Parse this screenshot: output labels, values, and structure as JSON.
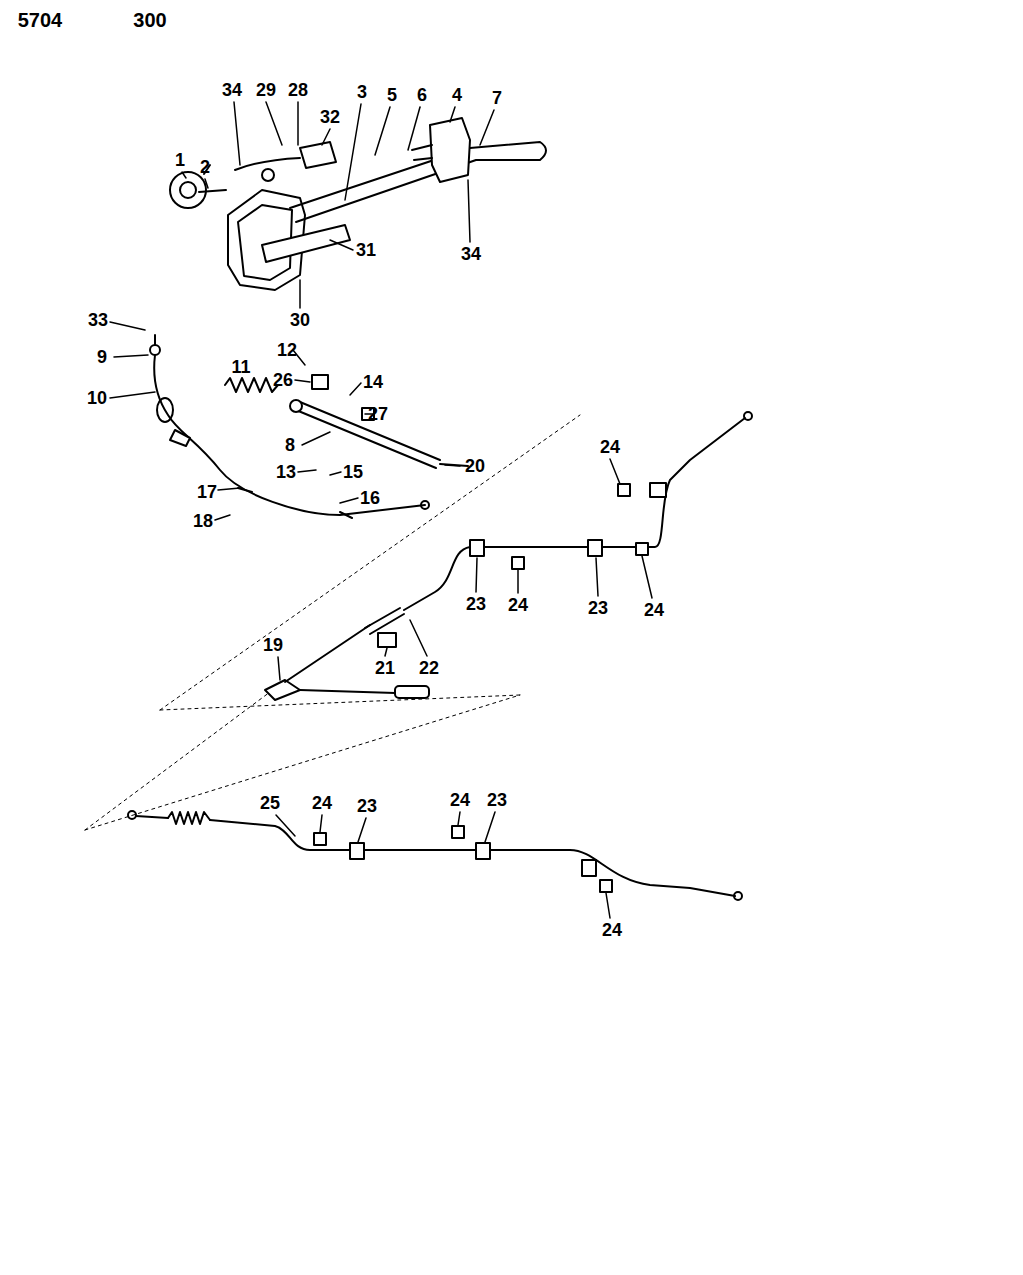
{
  "diagram": {
    "labels": [
      "5704",
      "300",
      "34",
      "29",
      "28",
      "32",
      "3",
      "5",
      "6",
      "4",
      "7",
      "2",
      "1",
      "31",
      "34",
      "30",
      "33",
      "12",
      "9",
      "26",
      "11",
      "14",
      "10",
      "27",
      "24",
      "8",
      "20",
      "13",
      "15",
      "17",
      "16",
      "18",
      "23",
      "24",
      "23",
      "24",
      "19",
      "21",
      "22",
      "25",
      "24",
      "23",
      "24",
      "23",
      "24"
    ]
  }
}
